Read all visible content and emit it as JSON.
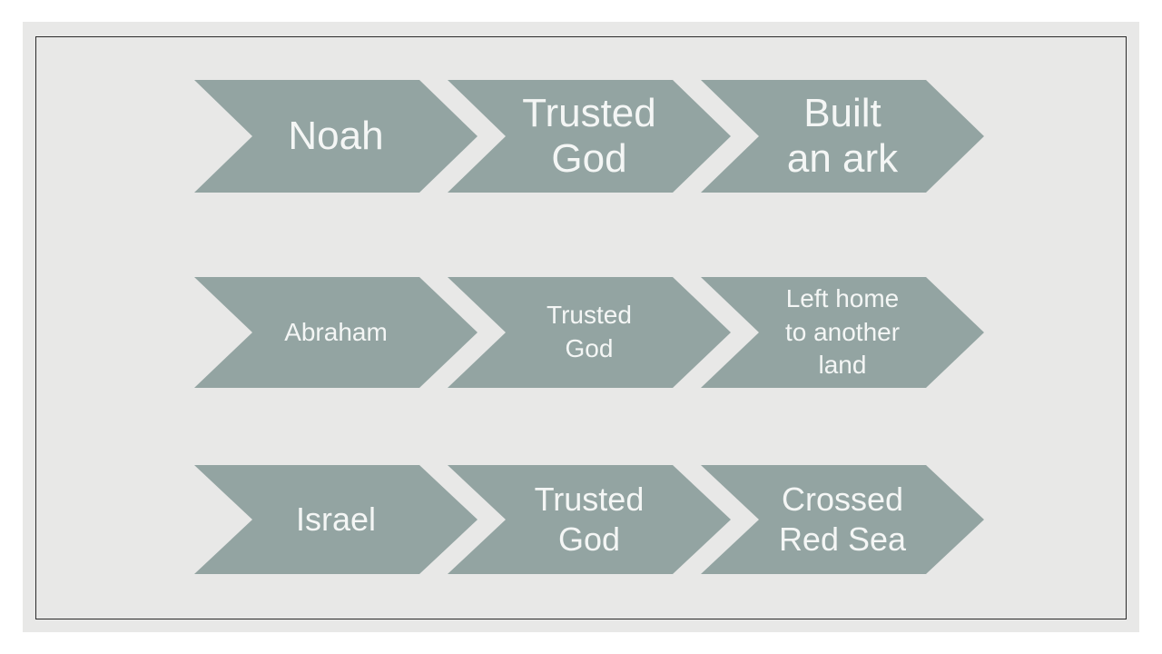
{
  "colors": {
    "page-bg": "#ffffff",
    "slide-bg": "#e8e8e7",
    "frame-border": "#2b2b2b",
    "chevron-fill": "#93a4a2",
    "chevron-text": "#f4f6f5"
  },
  "slide": {
    "rows": [
      {
        "items": [
          {
            "label": "Noah"
          },
          {
            "label": "Trusted\nGod"
          },
          {
            "label": "Built\nan ark"
          }
        ]
      },
      {
        "items": [
          {
            "label": "Abraham"
          },
          {
            "label": "Trusted\nGod"
          },
          {
            "label": "Left home\nto another\nland"
          }
        ]
      },
      {
        "items": [
          {
            "label": "Israel"
          },
          {
            "label": "Trusted\nGod"
          },
          {
            "label": "Crossed\nRed Sea"
          }
        ]
      }
    ]
  }
}
